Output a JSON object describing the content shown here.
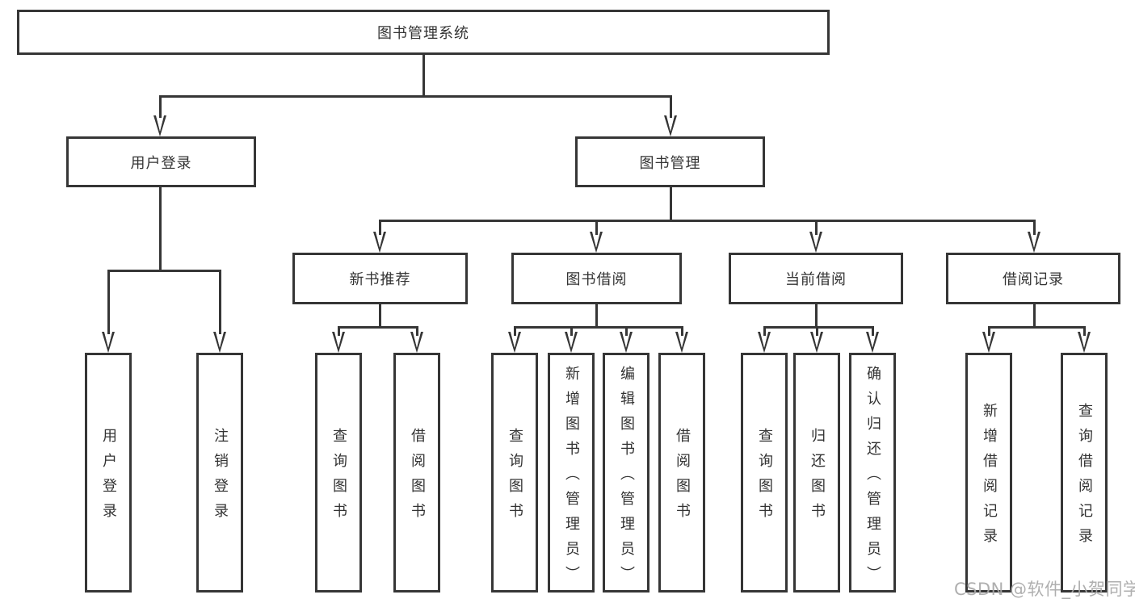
{
  "title": "图书管理系统",
  "tree": {
    "root": {
      "label": "图书管理系统"
    },
    "branches": [
      {
        "label": "用户登录",
        "leaves": [
          {
            "label": "用户登录"
          },
          {
            "label": "注销登录"
          }
        ]
      },
      {
        "label": "图书管理",
        "sections": [
          {
            "label": "新书推荐",
            "leaves": [
              {
                "label": "查询图书"
              },
              {
                "label": "借阅图书"
              }
            ]
          },
          {
            "label": "图书借阅",
            "leaves": [
              {
                "label": "查询图书"
              },
              {
                "label": "新增图书（管理员）"
              },
              {
                "label": "编辑图书（管理员）"
              },
              {
                "label": "借阅图书"
              }
            ]
          },
          {
            "label": "当前借阅",
            "leaves": [
              {
                "label": "查询图书"
              },
              {
                "label": "归还图书"
              },
              {
                "label": "确认归还（管理员）"
              }
            ]
          },
          {
            "label": "借阅记录",
            "leaves": [
              {
                "label": "新增借阅记录"
              },
              {
                "label": "查询借阅记录"
              }
            ]
          }
        ]
      }
    ]
  },
  "watermark": "CSDN @软件_小贺同学",
  "colors": {
    "line": "#363636",
    "text": "#333333",
    "watermark": "#a8a8a8",
    "background": "#ffffff"
  }
}
